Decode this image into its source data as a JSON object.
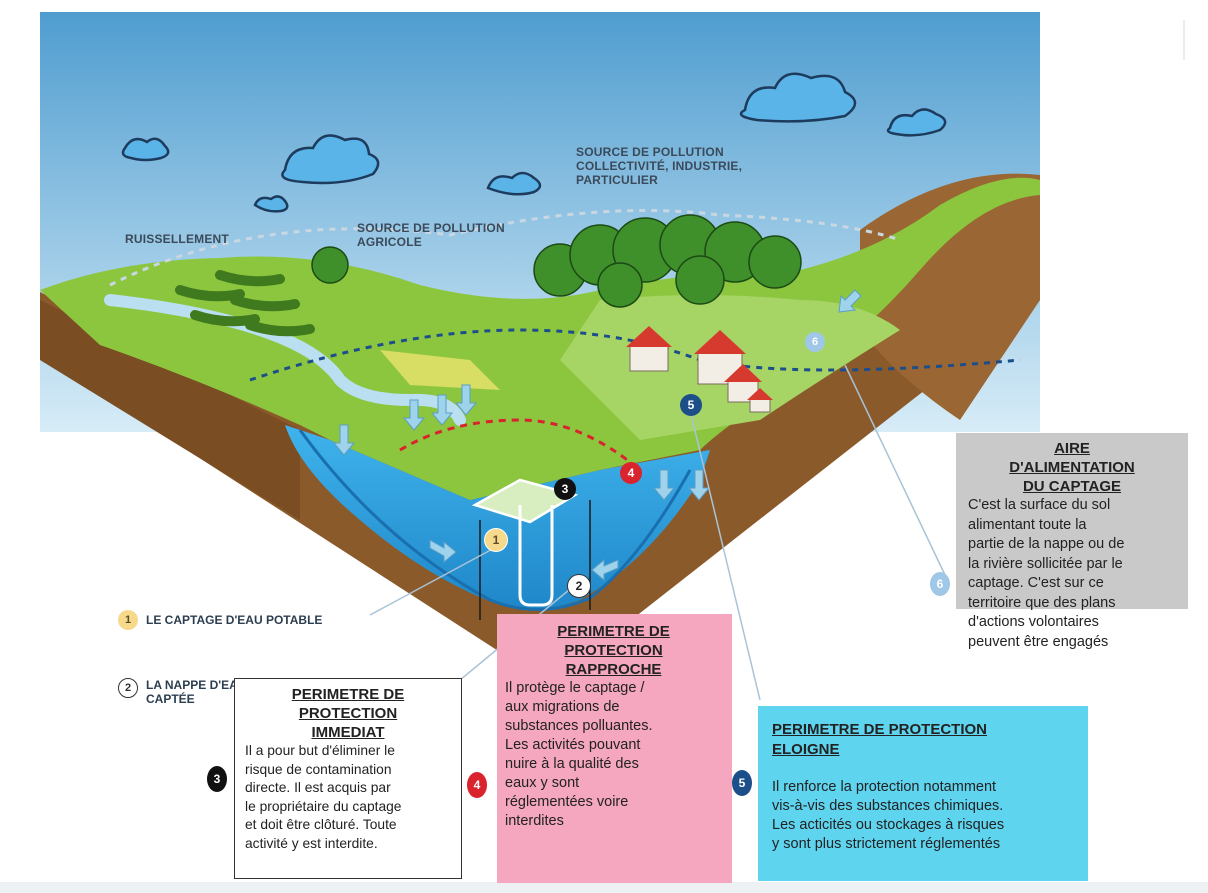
{
  "labels": {
    "ruissellement": "Ruissellement",
    "pollution_agricole_1": "Source de pollution",
    "pollution_agricole_2": "agricole",
    "pollution_collectivite_1": "Source de pollution",
    "pollution_collectivite_2": "collectivité, industrie,",
    "pollution_collectivite_3": "particulier"
  },
  "legend": [
    {
      "number": "1",
      "label": "LE CAPTAGE D'EAU POTABLE"
    },
    {
      "number": "2",
      "label_1": "LA NAPPE D'EA",
      "label_2": "CAPTÉE"
    }
  ],
  "map_markers": {
    "m1": "1",
    "m2": "2",
    "m3": "3",
    "m4": "4",
    "m5": "5",
    "m6": "6"
  },
  "boxes": {
    "aac": {
      "title_1": "AIRE",
      "title_2": "D'ALIMENTATION",
      "title_3": "DU CAPTAGE",
      "lines": [
        "C'est la surface du sol",
        "alimentant toute la",
        "partie de la nappe ou de",
        "la rivière sollicitée par le",
        "captage. C'est sur ce",
        "territoire que des plans",
        "d'actions volontaires",
        "peuvent être engagés"
      ],
      "badge": "6"
    },
    "rapproche": {
      "title_1": "PERIMETRE DE",
      "title_2": "PROTECTION",
      "title_3": "RAPPROCHE",
      "lines": [
        "Il protège le captage /",
        "aux migrations de",
        "substances polluantes.",
        "Les activités pouvant",
        "nuire à la qualité des",
        "eaux y sont",
        "réglementées voire",
        "interdites"
      ],
      "badge": "4"
    },
    "immediat": {
      "title_1": "PERIMETRE DE",
      "title_2": "PROTECTION",
      "title_3": "IMMEDIAT",
      "lines": [
        "Il a pour but d'éliminer le",
        "risque de contamination",
        "directe. Il est acquis par",
        "le propriétaire du captage",
        "et doit être clôturé. Toute",
        "activité y est interdite."
      ],
      "badge": "3"
    },
    "eloigne": {
      "title_1": "PERIMETRE DE PROTECTION",
      "title_2": "ELOIGNE",
      "lines": [
        "Il renforce la protection notamment",
        "vis-à-vis des substances chimiques.",
        "Les acticités ou stockages à risques",
        "y sont plus strictement réglementés"
      ],
      "badge": "5"
    }
  },
  "colors": {
    "sky": "#5fa9d6",
    "grass": "#8cc63f",
    "soil": "#8b5a2b",
    "water": "#2d9bd9",
    "pink_box": "#f4a7be",
    "grey_box": "#c9c9c9",
    "cyan_box": "#5fd4ef",
    "badge_3": "#111111",
    "badge_4": "#d9232d",
    "badge_5": "#1c4f8a",
    "badge_6": "#9fc7e8"
  }
}
